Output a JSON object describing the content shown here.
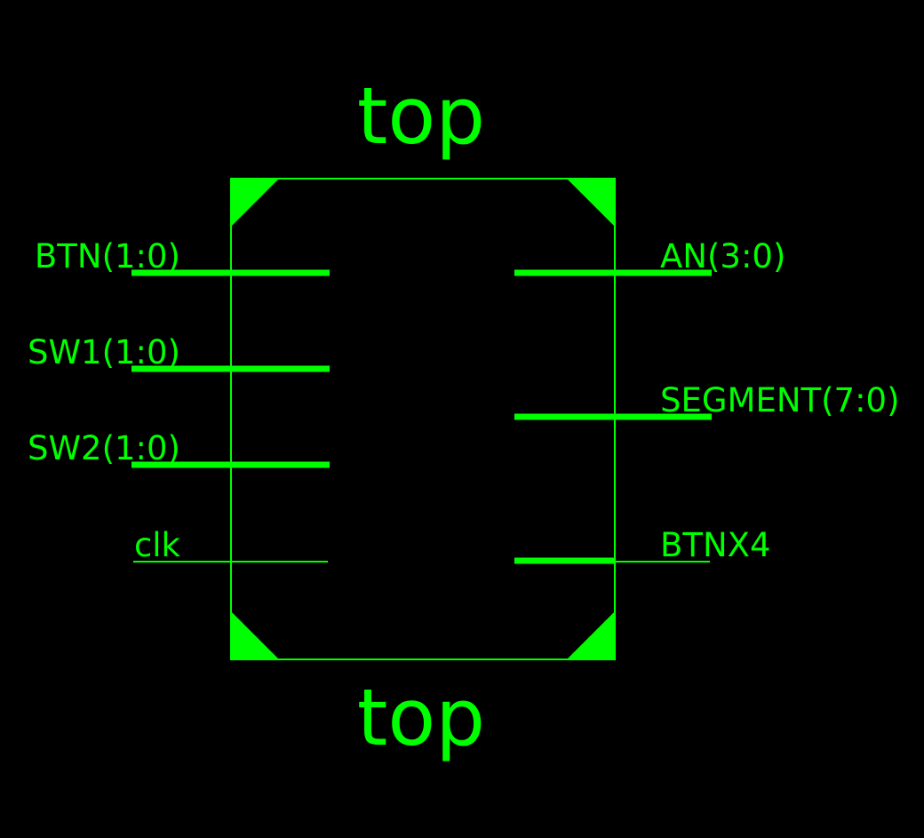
{
  "colors": {
    "background": "#000000",
    "foreground": "#00ff00"
  },
  "block": {
    "top_title": "top",
    "bottom_title": "top"
  },
  "ports": {
    "inputs": [
      {
        "label": "BTN(1:0)",
        "kind": "bus"
      },
      {
        "label": "SW1(1:0)",
        "kind": "bus"
      },
      {
        "label": "SW2(1:0)",
        "kind": "bus"
      },
      {
        "label": "clk",
        "kind": "single"
      }
    ],
    "outputs": [
      {
        "label": "AN(3:0)",
        "kind": "bus"
      },
      {
        "label": "SEGMENT(7:0)",
        "kind": "bus"
      },
      {
        "label": "BTNX4",
        "kind": "single"
      }
    ]
  }
}
